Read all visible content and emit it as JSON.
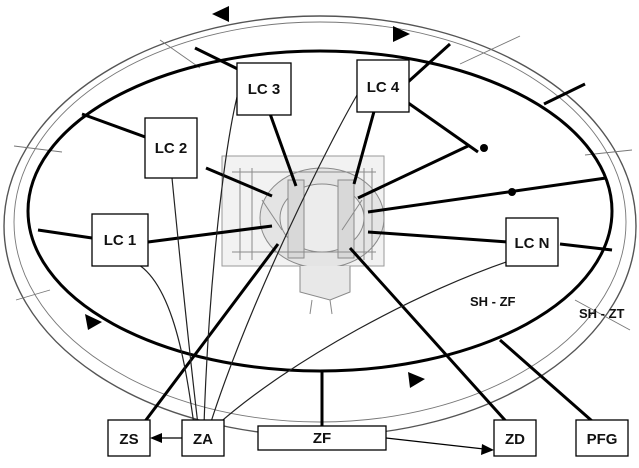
{
  "diagram": {
    "local_controllers": {
      "lc1": "LC 1",
      "lc2": "LC 2",
      "lc3": "LC 3",
      "lc4": "LC 4",
      "lcn": "LC N"
    },
    "zones": {
      "inner": "SH - ZF",
      "outer": "SH - ZT"
    },
    "bottom_units": {
      "zs": "ZS",
      "za": "ZA",
      "zf": "ZF",
      "zd": "ZD",
      "pfg": "PFG"
    }
  }
}
